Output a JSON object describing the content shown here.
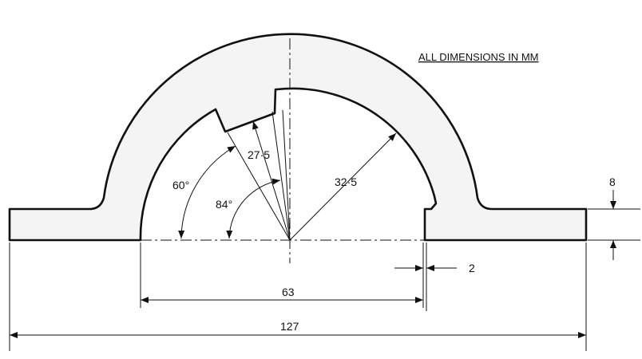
{
  "note": "ALL DIMENSIONS IN MM",
  "dimensions": {
    "radius": "32·5",
    "notch_radius": "27·5",
    "angle_outer": "60°",
    "angle_inner": "84°",
    "thickness": "8",
    "gap": "2",
    "inner_width": "63",
    "overall_width": "127"
  }
}
